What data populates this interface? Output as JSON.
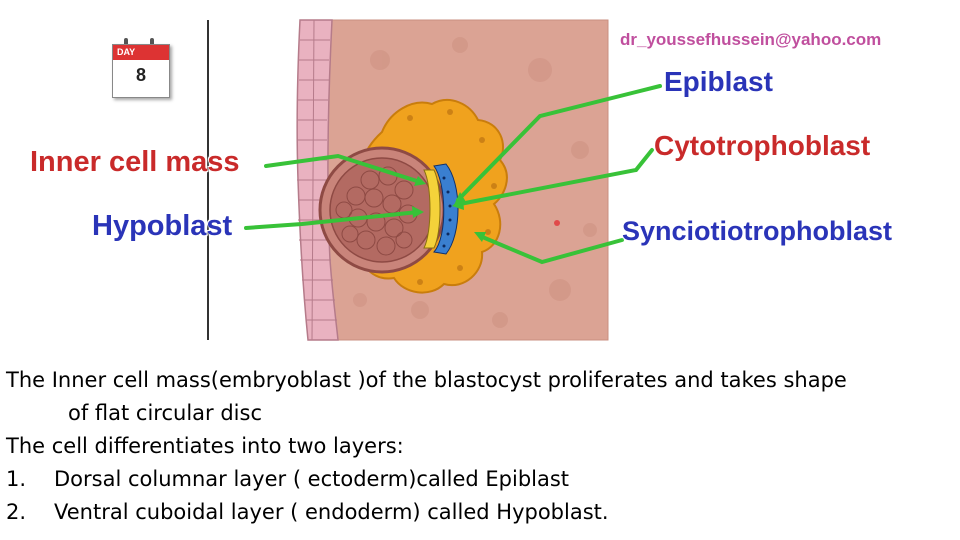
{
  "calendar": {
    "label": "DAY",
    "day": "8"
  },
  "email": "dr_youssefhussein@yahoo.com",
  "labels": {
    "epiblast": "Epiblast",
    "cytotrophoblast": "Cytotrophoblast",
    "inner_cell_mass": "Inner cell mass",
    "hypoblast": "Hypoblast",
    "syncytiotrophoblast": "Synciotiotrophoblast"
  },
  "caption": {
    "line1": "The Inner cell mass(embryoblast )of the blastocyst proliferates and takes shape",
    "line2": "of flat circular disc",
    "line3": "The cell  differentiates into two layers:",
    "item1_num": "1.",
    "item1_text": "Dorsal columnar layer ( ectoderm)called Epiblast",
    "item2_num": "2.",
    "item2_text": "Ventral cuboidal layer ( endoderm) called  Hypoblast."
  },
  "colors": {
    "tissue": "#dba394",
    "trophoblast": "#f0a21e",
    "blastocyst": "#c9847a",
    "epithelium": "#e9b2c0",
    "arrow": "#38c238",
    "label_red": "#c92a2a",
    "label_blue": "#2a34b8",
    "email": "#c04f9e"
  }
}
